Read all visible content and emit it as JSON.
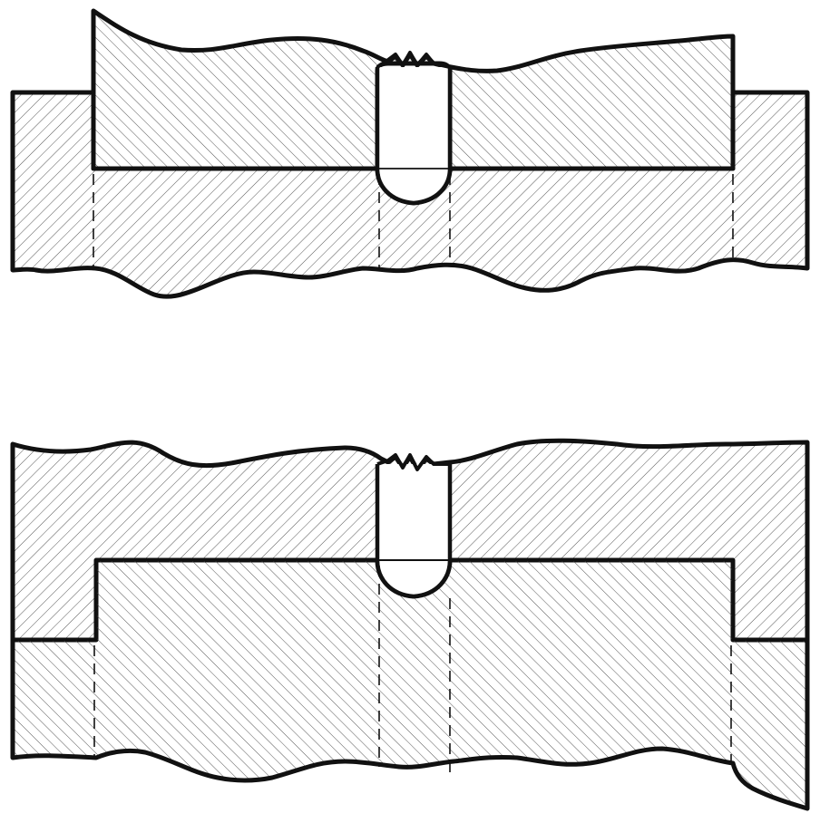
{
  "figures": [
    {
      "name": "top-section-view",
      "parts": [
        "upper-block",
        "lower-plate",
        "groove"
      ]
    },
    {
      "name": "bottom-section-view",
      "parts": [
        "outer-frame",
        "inset-block",
        "groove"
      ]
    }
  ],
  "colors": {
    "background": "#ffffff",
    "outline": "#111111",
    "hatch": "#444444"
  },
  "hatch": {
    "style": "diagonal section hatching",
    "directions": [
      "forward",
      "backward"
    ]
  }
}
